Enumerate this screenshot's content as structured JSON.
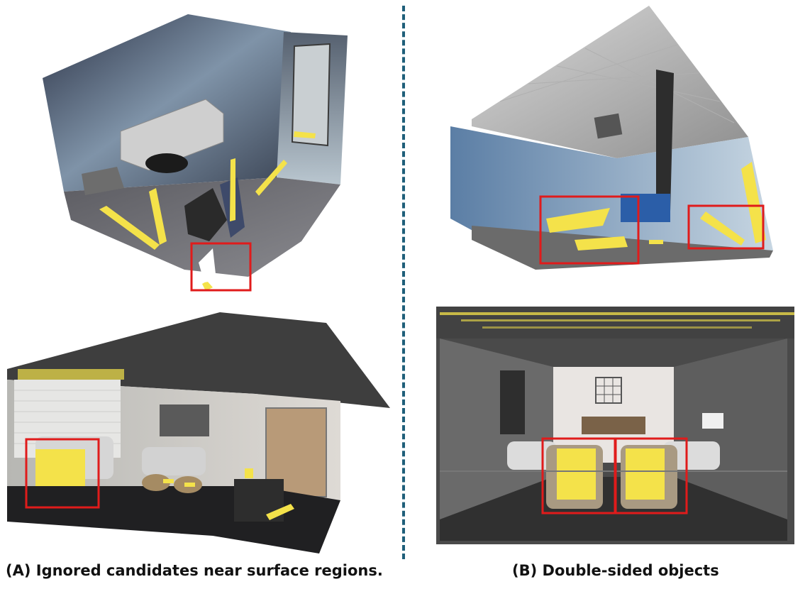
{
  "captions": {
    "left": "(A) Ignored candidates near surface regions.",
    "right": "(B) Double-sided objects"
  },
  "colors": {
    "highlight_box": "#e01b1b",
    "candidate_points": "#f4e24a",
    "divider": "#1f5f7a"
  },
  "panels": [
    {
      "name": "panel-a-top",
      "description_visible": false
    },
    {
      "name": "panel-a-bottom",
      "description_visible": false
    },
    {
      "name": "panel-b-top",
      "description_visible": false
    },
    {
      "name": "panel-b-bottom",
      "description_visible": false
    }
  ]
}
